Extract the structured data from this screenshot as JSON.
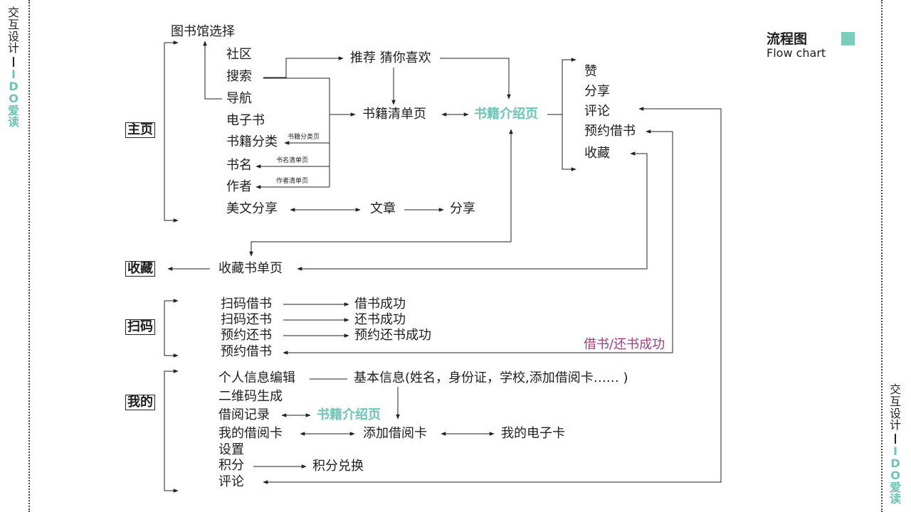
{
  "header": {
    "title": "流程图",
    "subtitle": "Flow chart",
    "accent_color": "#7ccdbd"
  },
  "side": {
    "left": {
      "chars": [
        "交",
        "互",
        "设",
        "计"
      ],
      "brand": [
        "I",
        "D",
        "O",
        "爱",
        "读"
      ]
    },
    "right": {
      "chars": [
        "交",
        "互",
        "设",
        "计"
      ],
      "brand": [
        "I",
        "D",
        "O",
        "爱",
        "读"
      ]
    }
  },
  "sections": {
    "home": "主页",
    "favorites": "收藏",
    "scan": "扫码",
    "mine": "我的"
  },
  "home": {
    "library_select": "图书馆选择",
    "community": "社区",
    "search": "搜索",
    "navigation": "导航",
    "ebook": "电子书",
    "category": "书籍分类",
    "book_name": "书名",
    "author": "作者",
    "essay_share": "美文分享",
    "recommend": "推荐 猜你喜欢",
    "book_list": "书籍清单页",
    "book_intro": "书籍介绍页",
    "article": "文章",
    "share": "分享",
    "category_page": "书籍分类页",
    "name_list_page": "书名清单页",
    "author_list_page": "作者清单页"
  },
  "intro_actions": {
    "like": "赞",
    "share": "分享",
    "comment": "评论",
    "reserve": "预约借书",
    "collect": "收藏"
  },
  "favorites": {
    "list_page": "收藏书单页"
  },
  "scan": {
    "scan_borrow": "扫码借书",
    "scan_return": "扫码还书",
    "reserve_return": "预约还书",
    "reserve_borrow": "预约借书",
    "borrow_ok": "借书成功",
    "return_ok": "还书成功",
    "reserve_return_ok": "预约还书成功",
    "borrow_return_ok": "借书/还书成功"
  },
  "mine": {
    "profile_edit": "个人信息编辑",
    "basic_info": "基本信息(姓名，身份证，学校,添加借阅卡…… )",
    "qr_code": "二维码生成",
    "borrow_record": "借阅记录",
    "book_intro": "书籍介绍页",
    "my_card": "我的借阅卡",
    "add_card": "添加借阅卡",
    "my_ebook_card": "我的电子卡",
    "settings": "设置",
    "points": "积分",
    "points_exchange": "积分兑换",
    "comment": "评论"
  }
}
